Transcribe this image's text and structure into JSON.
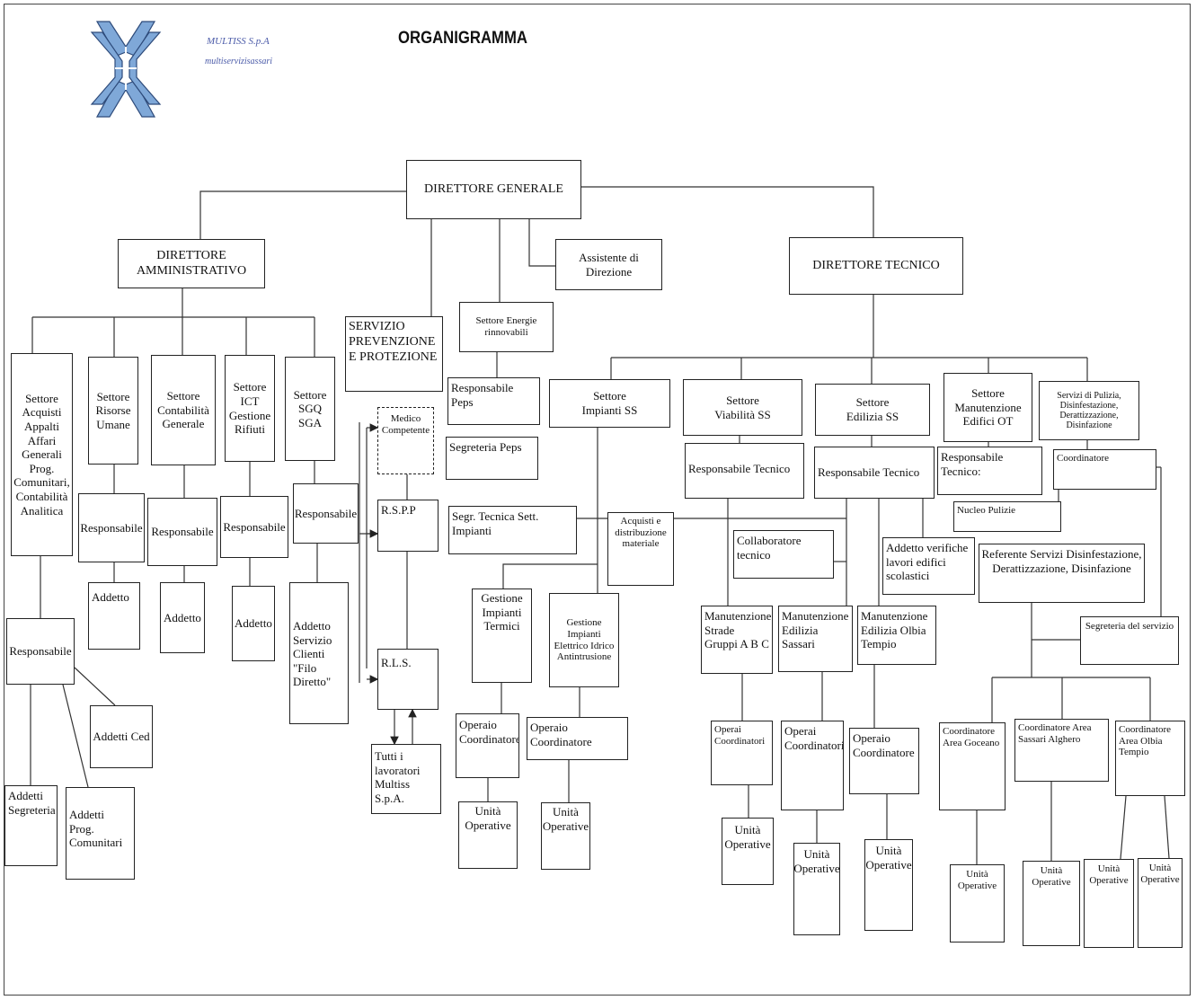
{
  "header": {
    "title": "ORGANIGRAMMA",
    "company": "MULTISS S.p.A",
    "company_sub": "multiservizisassari",
    "logo_color": "#7fa8d8"
  },
  "top": {
    "dg": "DIRETTORE GENERALE",
    "da": "DIRETTORE AMMINISTRATIVO",
    "dt": "DIRETTORE TECNICO",
    "assistente": "Assistente di Direzione",
    "spp": "SERVIZIO PREVENZIONE E PROTEZIONE",
    "energie": "Settore Energie rinnovabili",
    "resp_peps": "Responsabile Peps",
    "segr_peps": "Segreteria Peps"
  },
  "admin": {
    "acquisti": "Settore Acquisti Appalti Affari Generali Prog. Comunitari, Contabilità Analitica",
    "risorse": "Settore Risorse Umane",
    "contabilita": "Settore Contabilità Generale",
    "ict": "Settore ICT Gestione Rifiuti",
    "sgq": "Settore SGQ SGA",
    "responsabile": "Responsabile",
    "addetto": "Addetto",
    "addetto_servizio": "Addetto Servizio Clienti \"Filo Diretto\"",
    "addetti_ced": "Addetti Ced",
    "addetti_segreteria": "Addetti Segreteria",
    "addetti_prog": "Addetti Prog. Comunitari"
  },
  "safety": {
    "medico": "Medico Competente",
    "rspp": "R.S.P.P",
    "rls": "R.L.S.",
    "tutti": "Tutti i lavoratori Multiss S.p.A."
  },
  "impianti": {
    "settore": "Settore Impianti SS",
    "segr_tecnica": "Segr. Tecnica Sett. Impianti",
    "acquisti_distrib": "Acquisti e distribuzione materiale",
    "termici": "Gestione Impianti Termici",
    "elettrico": "Gestione Impianti Elettrico Idrico Antintrusione",
    "operaio_coord": "Operaio Coordinatore",
    "unita": "Unità Operative"
  },
  "viabilita": {
    "settore": "Settore Viabilità SS",
    "resp_tecnico": "Responsabile Tecnico",
    "collaboratore": "Collaboratore tecnico",
    "manut_strade": "Manutenzione Strade Gruppi A B C",
    "operai_coord": "Operai Coordinatori",
    "unita": "Unità Operative"
  },
  "edilizia": {
    "settore": "Settore Edilizia SS",
    "resp_tecnico": "Responsabile Tecnico",
    "addetto_verifiche": "Addetto verifiche lavori edifici scolastici",
    "manut_sassari": "Manutenzione Edilizia Sassari",
    "manut_olbia": "Manutenzione Edilizia Olbia Tempio",
    "operai_coord": "Operai Coordinatori",
    "operaio_coord": "Operaio Coordinatore",
    "unita": "Unità Operative"
  },
  "ot": {
    "settore": "Settore Manutenzione Edifici OT",
    "resp_tecnico": "Responsabile Tecnico:",
    "nucleo": "Nucleo Pulizie"
  },
  "pulizia": {
    "servizi": "Servizi di Pulizia, Disinfestazione, Derattizzazione, Disinfazione",
    "coordinatore": "Coordinatore",
    "referente": "Referente Servizi Disinfestazione, Derattizzazione, Disinfazione",
    "segreteria": "Segreteria del servizio",
    "coord_goceano": "Coordinatore Area Goceano",
    "coord_sassari": "Coordinatore Area Sassari Alghero",
    "coord_olbia": "Coordinatore Area Olbia Tempio",
    "unita": "Unità Operative"
  }
}
